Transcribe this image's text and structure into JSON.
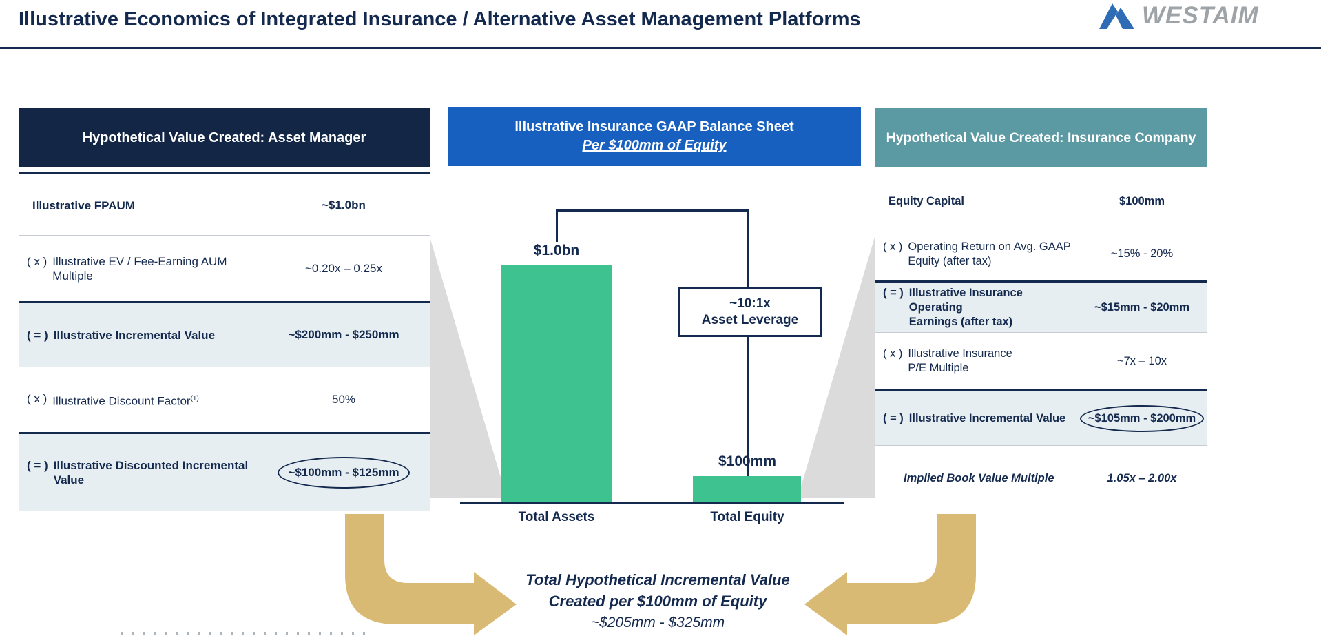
{
  "title": "Illustrative Economics of Integrated Insurance / Alternative Asset Management Platforms",
  "logo": {
    "text": "WESTAIM"
  },
  "colors": {
    "navy": "#14294E",
    "header_navy": "#132645",
    "header_blue": "#1760C0",
    "header_teal": "#5C9AA3",
    "highlight_row": "#E7EEF1",
    "bar_green": "#3EC28F",
    "funnel_gray": "#DBDBDB",
    "arrow_tan": "#D9BA74"
  },
  "left_panel": {
    "header": "Hypothetical Value Created: Asset Manager",
    "rows": [
      {
        "prefix": "",
        "label": "Illustrative FPAUM",
        "label2": "",
        "value": "~$1.0bn"
      },
      {
        "prefix": "( x )",
        "label": "Illustrative EV / Fee-Earning AUM",
        "label2": "Multiple",
        "value": "~0.20x – 0.25x"
      },
      {
        "prefix": "( = )",
        "label": "Illustrative Incremental Value",
        "label2": "",
        "value": "~$200mm - $250mm"
      },
      {
        "prefix": "( x )",
        "label": "Illustrative Discount Factor",
        "sup": "(1)",
        "label2": "",
        "value": "50%"
      },
      {
        "prefix": "( = )",
        "label": "Illustrative Discounted Incremental",
        "label2": "Value",
        "value": "~$100mm - $125mm"
      }
    ]
  },
  "center_panel": {
    "header_line1": "Illustrative Insurance GAAP Balance Sheet",
    "header_line2": "Per $100mm of Equity",
    "bar1_label": "$1.0bn",
    "bar2_label": "$100mm",
    "axis_label1": "Total Assets",
    "axis_label2": "Total Equity",
    "leverage_line1": "~10:1x",
    "leverage_line2": "Asset Leverage"
  },
  "right_panel": {
    "header": "Hypothetical Value Created: Insurance Company",
    "rows": [
      {
        "prefix": "",
        "label": "Equity Capital",
        "label2": "",
        "value": "$100mm"
      },
      {
        "prefix": "( x )",
        "label": "Operating Return on Avg. GAAP",
        "label2": "Equity (after tax)",
        "value": "~15% - 20%"
      },
      {
        "prefix": "( = )",
        "label": "Illustrative Insurance Operating",
        "label2": "Earnings (after tax)",
        "value": "~$15mm - $20mm"
      },
      {
        "prefix": "( x )",
        "label": "Illustrative Insurance",
        "label2": "P/E Multiple",
        "value": "~7x – 10x"
      },
      {
        "prefix": "( = )",
        "label": "Illustrative Incremental Value",
        "label2": "",
        "value": "~$105mm - $200mm"
      },
      {
        "prefix": "",
        "label": "Implied Book Value Multiple",
        "label2": "",
        "value": "1.05x – 2.00x"
      }
    ]
  },
  "bottom": {
    "line1": "Total Hypothetical Incremental Value",
    "line2": "Created per $100mm of Equity",
    "line3": "~$205mm - $325mm"
  },
  "chart_data": {
    "type": "bar",
    "title": "Illustrative Insurance GAAP Balance Sheet Per $100mm of Equity",
    "categories": [
      "Total Assets",
      "Total Equity"
    ],
    "values": [
      1000,
      100
    ],
    "unit": "$mm",
    "bar_labels": [
      "$1.0bn",
      "$100mm"
    ],
    "annotation": "~10:1x Asset Leverage",
    "ylim": [
      0,
      1100
    ],
    "grid": false,
    "legend": "none",
    "bar_color": "#3EC28F"
  }
}
